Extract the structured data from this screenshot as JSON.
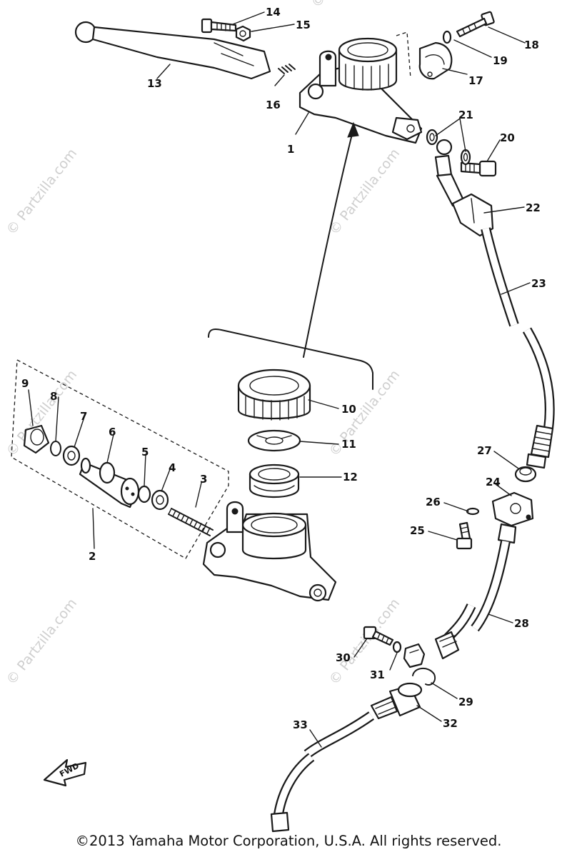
{
  "diagram": {
    "callouts": [
      "1",
      "2",
      "3",
      "4",
      "5",
      "6",
      "7",
      "8",
      "9",
      "10",
      "11",
      "12",
      "13",
      "14",
      "15",
      "16",
      "17",
      "18",
      "19",
      "20",
      "21",
      "22",
      "23",
      "24",
      "25",
      "26",
      "27",
      "28",
      "29",
      "30",
      "31",
      "32",
      "33"
    ],
    "fwd_label": "FWD",
    "watermark": "© Partzilla.com"
  },
  "footer": {
    "copyright": "©2013  Yamaha Motor Corporation, U.S.A. All rights reserved."
  }
}
